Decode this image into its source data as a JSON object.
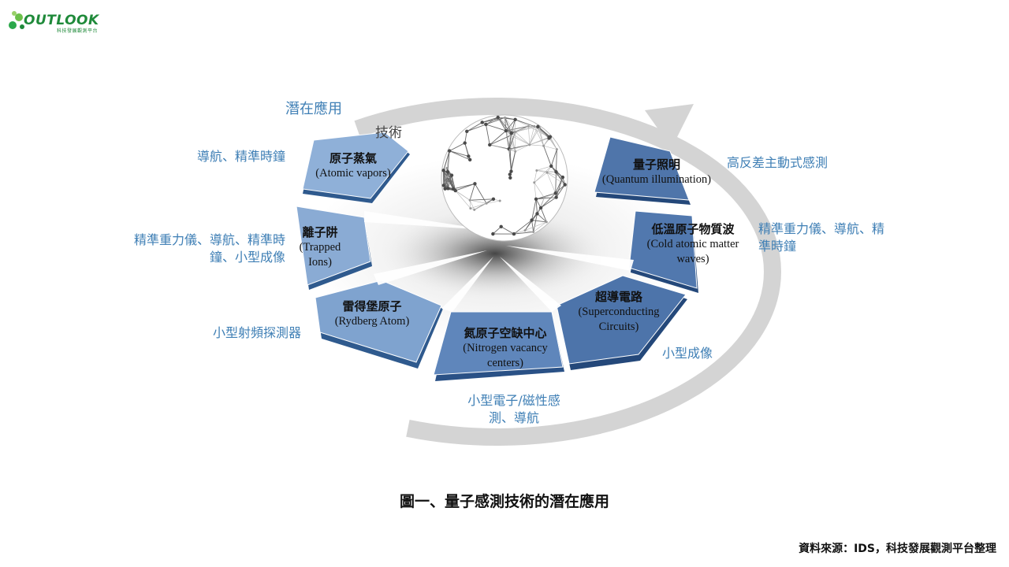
{
  "logo": {
    "text": "OUTLOOK",
    "subtitle": "科技發展觀測平台"
  },
  "cycle_title": "潛在應用",
  "tech_label": "技術",
  "technologies": [
    {
      "zh": "原子蒸氣",
      "en": "(Atomic vapors)",
      "application": "導航、精準時鐘"
    },
    {
      "zh": "離子阱",
      "en": "(Trapped Ions)",
      "application": "精準重力儀、導航、精準時鐘、小型成像"
    },
    {
      "zh": "雷得堡原子",
      "en": "(Rydberg Atom)",
      "application": "小型射頻探測器"
    },
    {
      "zh": "氮原子空缺中心",
      "en": "(Nitrogen vacancy centers)",
      "application": "小型電子/磁性感測、導航"
    },
    {
      "zh": "超導電路",
      "en": "(Superconducting Circuits)",
      "application": "小型成像"
    },
    {
      "zh": "低溫原子物質波",
      "en": "(Cold atomic matter waves)",
      "application": "精準重力儀、導航、精準時鐘"
    },
    {
      "zh": "量子照明",
      "en": "(Quantum illumination)",
      "application": "高反差主動式感測"
    }
  ],
  "colors": {
    "accent_text": "#3f7fb5",
    "segment_dark": "#2f5a8e",
    "segment_light": "#8fb0d8",
    "arrow": "#d4d4d4"
  },
  "caption": "圖一、量子感測技術的潛在應用",
  "source": "資料來源：IDS，科技發展觀測平台整理"
}
